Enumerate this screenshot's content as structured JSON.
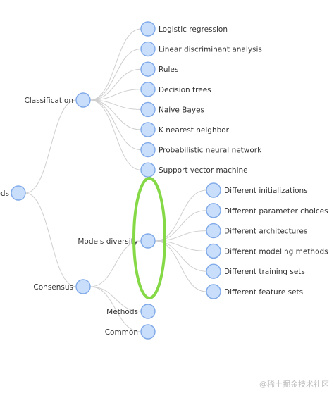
{
  "tree": {
    "root": {
      "label": "ods"
    },
    "classification": {
      "label": "Classification",
      "children": [
        "Logistic regression",
        "Linear discriminant analysis",
        "Rules",
        "Decision trees",
        "Naive Bayes",
        "K nearest neighbor",
        "Probabilistic neural network",
        "Support vector machine"
      ]
    },
    "consensus": {
      "label": "Consensus",
      "children": [
        {
          "label": "Models diversity"
        },
        {
          "label": "Methods"
        },
        {
          "label": "Common"
        }
      ]
    },
    "diversity": {
      "children": [
        "Different initializations",
        "Different parameter choices",
        "Different architectures",
        "Different modeling methods",
        "Different training sets",
        "Different feature sets"
      ]
    }
  },
  "highlight": {
    "color": "#86d946"
  },
  "colors": {
    "node_fill": "#c9defa",
    "node_stroke": "#7fa9e8",
    "link": "#cfcfcf"
  },
  "watermark": "@稀土掘金技术社区"
}
